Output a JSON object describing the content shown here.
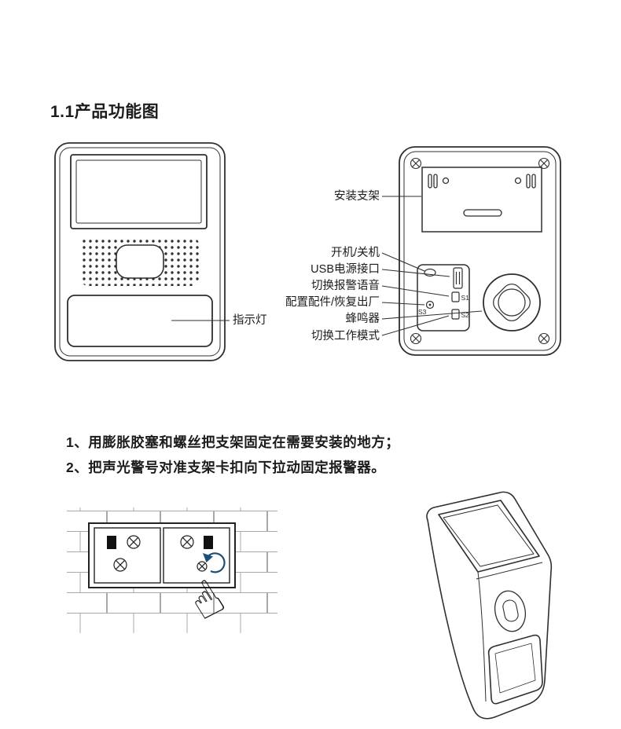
{
  "page": {
    "title": "1.1产品功能图"
  },
  "front_view": {
    "indicator_label": "指示灯"
  },
  "back_view": {
    "bracket_label": "安装支架",
    "power_label": "开机/关机",
    "usb_label": "USB电源接口",
    "voice_label": "切换报警语音",
    "config_label": "配置配件/恢复出厂",
    "buzzer_label": "蜂鸣器",
    "mode_label": "切换工作模式",
    "s1": "S1",
    "s2": "S2",
    "s3": "S3"
  },
  "instructions": {
    "step1": "1、用膨胀胶塞和螺丝把支架固定在需要安装的地方；",
    "step2": "2、把声光警号对准支架卡扣向下拉动固定报警器。"
  },
  "colors": {
    "line": "#2f2f2f",
    "arrow_accent": "#1d4f76"
  }
}
